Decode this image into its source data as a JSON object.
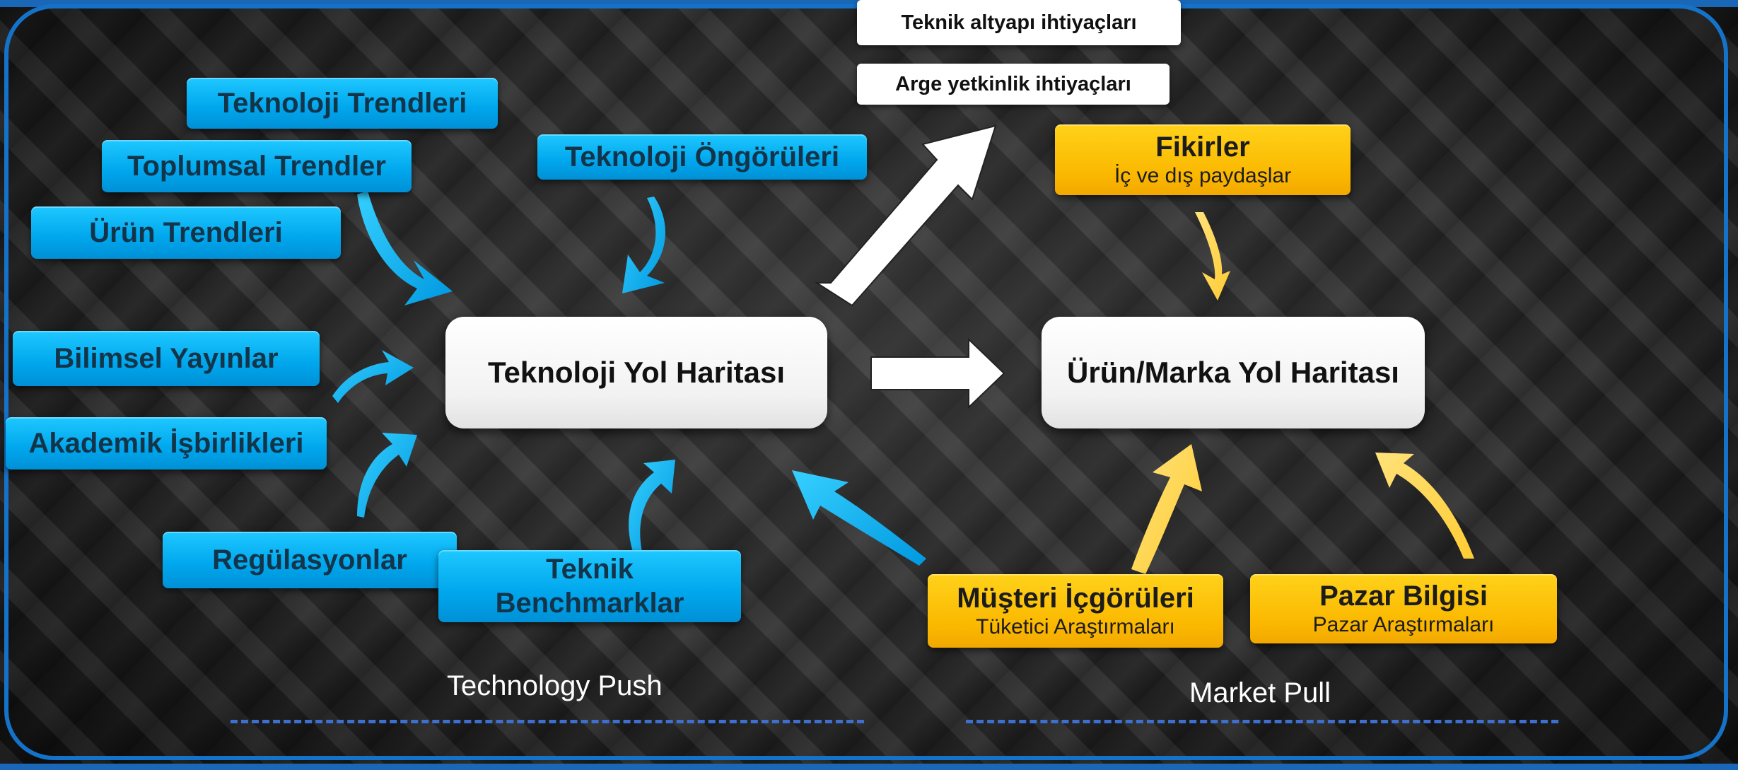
{
  "colors": {
    "frame": "#1572c9",
    "blue_box": "#00a6ec",
    "yellow_box": "#fbb800",
    "white_box": "#ffffff",
    "dash": "#3d6fd1"
  },
  "inputs_technology": {
    "teknoloji_trendleri": "Teknoloji Trendleri",
    "toplumsal_trendler": "Toplumsal Trendler",
    "urun_trendleri": "Ürün Trendleri",
    "teknoloji_ongoruleri": "Teknoloji Öngörüleri",
    "bilimsel_yayinlar": "Bilimsel Yayınlar",
    "akademik_isbirlikleri": "Akademik İşbirlikleri",
    "regulasyonlar": "Regülasyonlar",
    "teknik_benchmarklar_line1": "Teknik",
    "teknik_benchmarklar_line2": "Benchmarklar"
  },
  "outputs": {
    "teknik_altyapi": "Teknik altyapı ihtiyaçları",
    "arge_yetkinlik": "Arge yetkinlik ihtiyaçları"
  },
  "roadmaps": {
    "technology": "Teknoloji Yol Haritası",
    "product": "Ürün/Marka Yol Haritası"
  },
  "inputs_market": {
    "fikirler_title": "Fikirler",
    "fikirler_sub": "İç ve dış paydaşlar",
    "musteri_title": "Müşteri İçgörüleri",
    "musteri_sub": "Tüketici Araştırmaları",
    "pazar_title": "Pazar Bilgisi",
    "pazar_sub": "Pazar Araştırmaları"
  },
  "captions": {
    "technology_push": "Technology Push",
    "market_pull": "Market Pull"
  }
}
